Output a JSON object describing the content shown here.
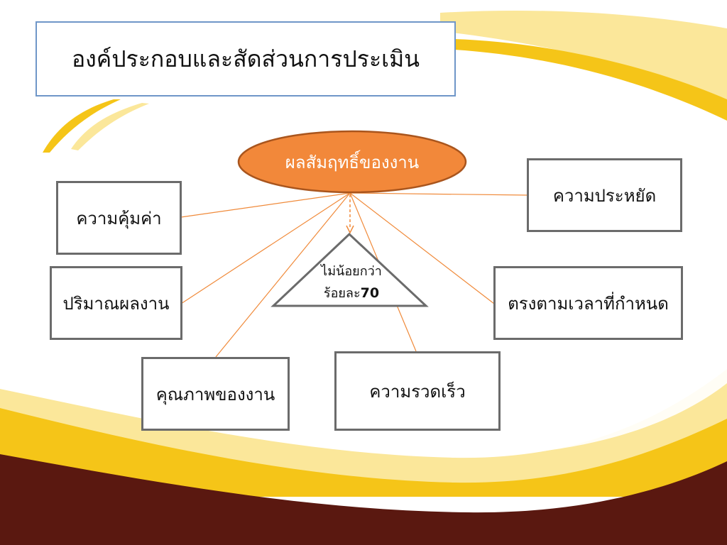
{
  "slide": {
    "title": "องค์ประกอบและสัดส่วนการประเมิน"
  },
  "diagram": {
    "root": {
      "label": "ผลสัมฤทธิ์ของงาน",
      "fill": "#f2883a",
      "stroke": "#a9551d"
    },
    "nodes": [
      {
        "id": "value",
        "label": "ความคุ้มค่า"
      },
      {
        "id": "quantity",
        "label": "ปริมาณผลงาน"
      },
      {
        "id": "quality",
        "label": "คุณภาพของงาน"
      },
      {
        "id": "speed",
        "label": "ความรวดเร็ว"
      },
      {
        "id": "timeliness",
        "label": "ตรงตามเวลาที่กำหนด"
      },
      {
        "id": "economy",
        "label": "ความประหยัด"
      }
    ],
    "center": {
      "line1": "ไม่น้อยกว่า",
      "line2_prefix": "ร้อยละ",
      "line2_value": "70"
    }
  },
  "colors": {
    "link": "#f08a3a",
    "box_border": "#6b6b6b",
    "title_border": "#6f96c8",
    "wave_yellow": "#f5c518",
    "wave_pale": "#fbe79a",
    "footer_dark": "#5a1810"
  }
}
